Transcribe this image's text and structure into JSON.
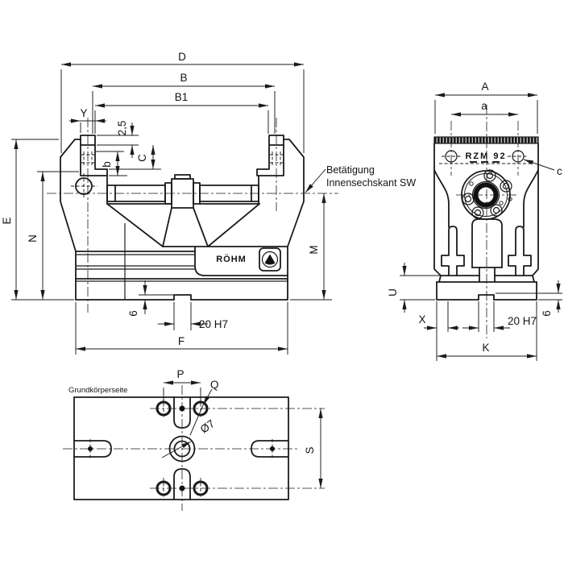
{
  "colors": {
    "background": "#ffffff",
    "line": "#1b1b1b"
  },
  "front_view": {
    "dim_D": "D",
    "dim_B": "B",
    "dim_B1": "B1",
    "dim_Y": "Y",
    "dim_pitch": "2,5",
    "dim_C": "C",
    "dim_b": "b",
    "dim_E": "E",
    "dim_N": "N",
    "dim_M": "M",
    "dim_slot_depth": "6",
    "dim_slot_width": "20 H7",
    "dim_F": "F",
    "note_line1": "Betätigung",
    "note_line2": "Innensechskant SW",
    "brand_logo": "RÖHM"
  },
  "side_view": {
    "dim_A": "A",
    "dim_a": "a",
    "dim_c": "c",
    "dim_U": "U",
    "dim_X": "X",
    "dim_slot_width": "20 H7",
    "dim_slot_depth": "6",
    "dim_K": "K",
    "jaw_stamp": "RZM 92"
  },
  "bottom_view": {
    "caption": "Grundkörperseite",
    "dim_P": "P",
    "dim_Q": "Q",
    "dim_hole_dia": "Ø7",
    "dim_S": "S"
  }
}
